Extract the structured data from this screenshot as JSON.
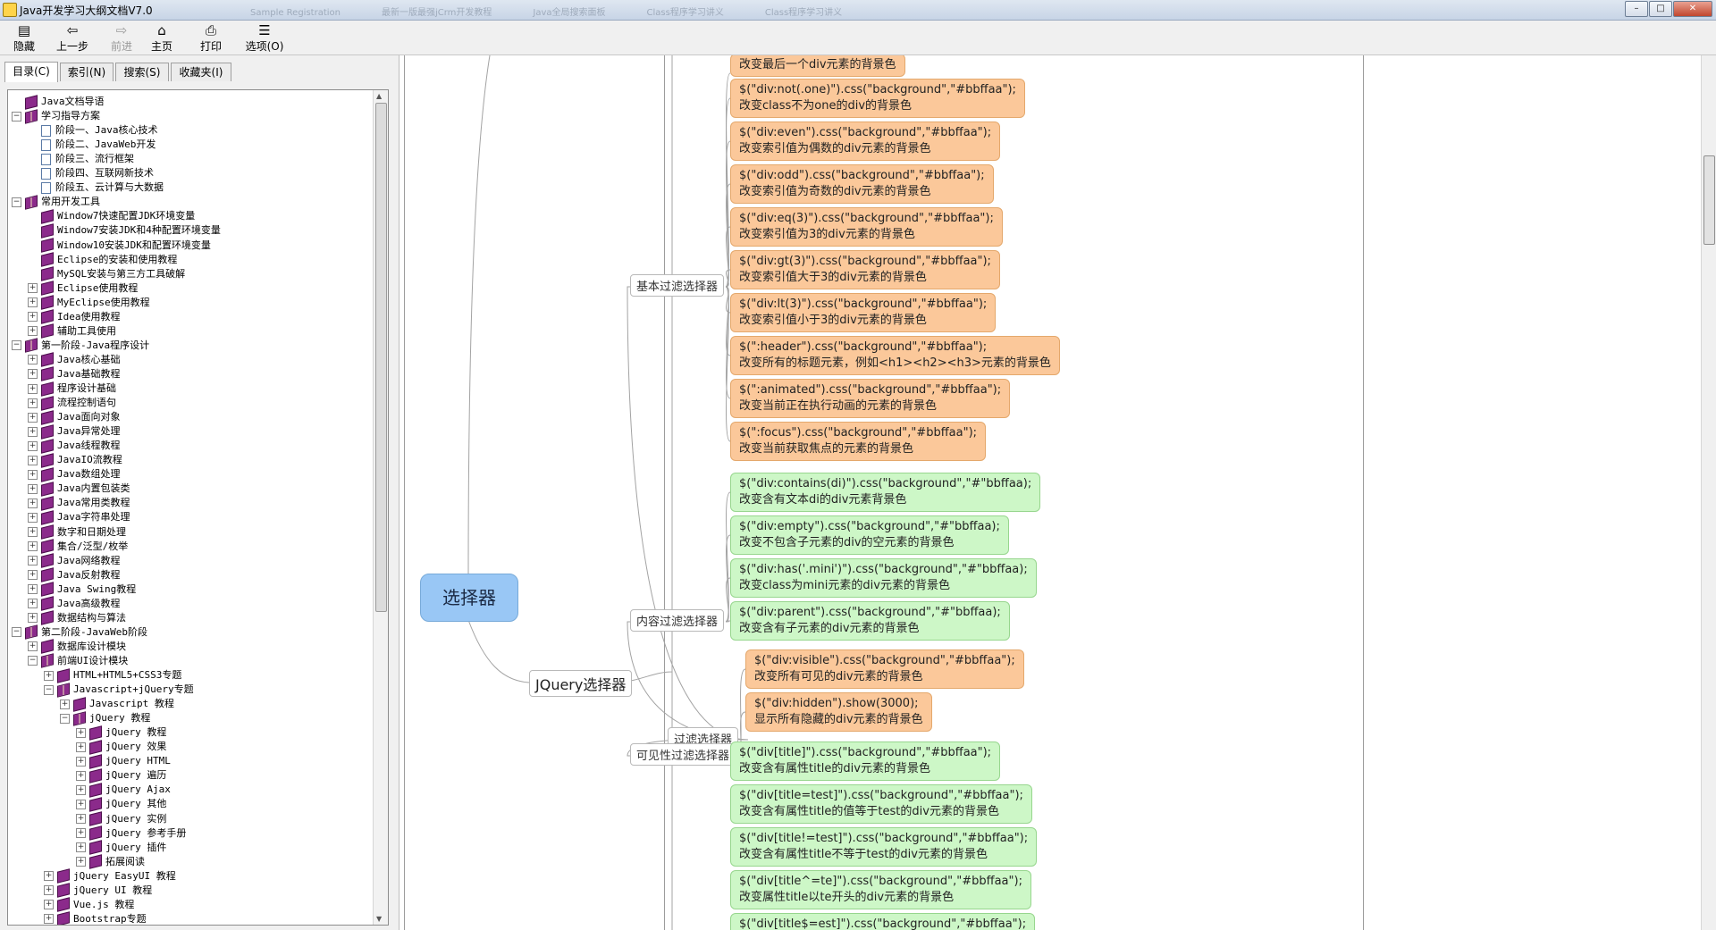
{
  "window": {
    "title": "Java开发学习大纲文档V7.0",
    "ghost_tabs": [
      "Sample Registration",
      "最新一版最强jCrm开发教程",
      "Java全局搜索面板",
      "Class程序学习讲义",
      "Class程序学习讲义"
    ],
    "controls": {
      "minimize": "–",
      "maximize": "□",
      "close": "✕"
    }
  },
  "toolbar": [
    {
      "label": "隐藏",
      "icon": "▤",
      "enabled": true
    },
    {
      "label": "上一步",
      "icon": "⇦",
      "enabled": true
    },
    {
      "label": "前进",
      "icon": "⇨",
      "enabled": false
    },
    {
      "label": "主页",
      "icon": "⌂",
      "enabled": true
    },
    {
      "label": "打印",
      "icon": "⎙",
      "enabled": true
    },
    {
      "label": "选项(O)",
      "icon": "☰",
      "enabled": true
    }
  ],
  "sidebar": {
    "tabs": [
      {
        "label": "目录(C)",
        "active": true
      },
      {
        "label": "索引(N)",
        "active": false
      },
      {
        "label": "搜索(S)",
        "active": false
      },
      {
        "label": "收藏夹(I)",
        "active": false
      }
    ],
    "tree": [
      {
        "label": "Java文档导语",
        "level": 0,
        "exp": "",
        "icon": "book"
      },
      {
        "label": "学习指导方案",
        "level": 0,
        "exp": "-",
        "icon": "bookopen"
      },
      {
        "label": "阶段一、Java核心技术",
        "level": 1,
        "exp": "",
        "icon": "page"
      },
      {
        "label": "阶段二、JavaWeb开发",
        "level": 1,
        "exp": "",
        "icon": "page"
      },
      {
        "label": "阶段三、流行框架",
        "level": 1,
        "exp": "",
        "icon": "page"
      },
      {
        "label": "阶段四、互联网新技术",
        "level": 1,
        "exp": "",
        "icon": "page"
      },
      {
        "label": "阶段五、云计算与大数据",
        "level": 1,
        "exp": "",
        "icon": "page"
      },
      {
        "label": "常用开发工具",
        "level": 0,
        "exp": "-",
        "icon": "bookopen"
      },
      {
        "label": "Window7快速配置JDK环境变量",
        "level": 1,
        "exp": "",
        "icon": "book"
      },
      {
        "label": "Window7安装JDK和4种配置环境变量",
        "level": 1,
        "exp": "",
        "icon": "book"
      },
      {
        "label": "Window10安装JDK和配置环境变量",
        "level": 1,
        "exp": "",
        "icon": "book"
      },
      {
        "label": "Eclipse的安装和使用教程",
        "level": 1,
        "exp": "",
        "icon": "book"
      },
      {
        "label": "MySQL安装与第三方工具破解",
        "level": 1,
        "exp": "",
        "icon": "book"
      },
      {
        "label": "Eclipse使用教程",
        "level": 1,
        "exp": "+",
        "icon": "book"
      },
      {
        "label": "MyEclipse使用教程",
        "level": 1,
        "exp": "+",
        "icon": "book"
      },
      {
        "label": "Idea使用教程",
        "level": 1,
        "exp": "+",
        "icon": "book"
      },
      {
        "label": "辅助工具使用",
        "level": 1,
        "exp": "+",
        "icon": "book"
      },
      {
        "label": "第一阶段-Java程序设计",
        "level": 0,
        "exp": "-",
        "icon": "bookopen"
      },
      {
        "label": "Java核心基础",
        "level": 1,
        "exp": "+",
        "icon": "book"
      },
      {
        "label": "Java基础教程",
        "level": 1,
        "exp": "+",
        "icon": "book"
      },
      {
        "label": "程序设计基础",
        "level": 1,
        "exp": "+",
        "icon": "book"
      },
      {
        "label": "流程控制语句",
        "level": 1,
        "exp": "+",
        "icon": "book"
      },
      {
        "label": "Java面向对象",
        "level": 1,
        "exp": "+",
        "icon": "book"
      },
      {
        "label": "Java异常处理",
        "level": 1,
        "exp": "+",
        "icon": "book"
      },
      {
        "label": "Java线程教程",
        "level": 1,
        "exp": "+",
        "icon": "book"
      },
      {
        "label": "JavaIO流教程",
        "level": 1,
        "exp": "+",
        "icon": "book"
      },
      {
        "label": "Java数组处理",
        "level": 1,
        "exp": "+",
        "icon": "book"
      },
      {
        "label": "Java内置包装类",
        "level": 1,
        "exp": "+",
        "icon": "book"
      },
      {
        "label": "Java常用类教程",
        "level": 1,
        "exp": "+",
        "icon": "book"
      },
      {
        "label": "Java字符串处理",
        "level": 1,
        "exp": "+",
        "icon": "book"
      },
      {
        "label": "数字和日期处理",
        "level": 1,
        "exp": "+",
        "icon": "book"
      },
      {
        "label": "集合/泛型/枚举",
        "level": 1,
        "exp": "+",
        "icon": "book"
      },
      {
        "label": "Java网络教程",
        "level": 1,
        "exp": "+",
        "icon": "book"
      },
      {
        "label": "Java反射教程",
        "level": 1,
        "exp": "+",
        "icon": "book"
      },
      {
        "label": "Java Swing教程",
        "level": 1,
        "exp": "+",
        "icon": "book"
      },
      {
        "label": "Java高级教程",
        "level": 1,
        "exp": "+",
        "icon": "book"
      },
      {
        "label": "数据结构与算法",
        "level": 1,
        "exp": "+",
        "icon": "book"
      },
      {
        "label": "第二阶段-JavaWeb阶段",
        "level": 0,
        "exp": "-",
        "icon": "bookopen"
      },
      {
        "label": "数据库设计模块",
        "level": 1,
        "exp": "+",
        "icon": "book"
      },
      {
        "label": "前端UI设计模块",
        "level": 1,
        "exp": "-",
        "icon": "bookopen"
      },
      {
        "label": "HTML+HTML5+CSS3专题",
        "level": 2,
        "exp": "+",
        "icon": "book"
      },
      {
        "label": "Javascript+jQuery专题",
        "level": 2,
        "exp": "-",
        "icon": "bookopen"
      },
      {
        "label": "Javascript 教程",
        "level": 3,
        "exp": "+",
        "icon": "book"
      },
      {
        "label": "jQuery 教程",
        "level": 3,
        "exp": "-",
        "icon": "bookopen"
      },
      {
        "label": "jQuery 教程",
        "level": 4,
        "exp": "+",
        "icon": "book"
      },
      {
        "label": "jQuery 效果",
        "level": 4,
        "exp": "+",
        "icon": "book"
      },
      {
        "label": "jQuery HTML",
        "level": 4,
        "exp": "+",
        "icon": "book"
      },
      {
        "label": "jQuery 遍历",
        "level": 4,
        "exp": "+",
        "icon": "book"
      },
      {
        "label": "jQuery Ajax",
        "level": 4,
        "exp": "+",
        "icon": "book"
      },
      {
        "label": "jQuery 其他",
        "level": 4,
        "exp": "+",
        "icon": "book"
      },
      {
        "label": "jQuery 实例",
        "level": 4,
        "exp": "+",
        "icon": "book"
      },
      {
        "label": "jQuery 参考手册",
        "level": 4,
        "exp": "+",
        "icon": "book"
      },
      {
        "label": "jQuery 插件",
        "level": 4,
        "exp": "+",
        "icon": "book"
      },
      {
        "label": "拓展阅读",
        "level": 4,
        "exp": "+",
        "icon": "book"
      },
      {
        "label": "jQuery EasyUI 教程",
        "level": 2,
        "exp": "+",
        "icon": "book"
      },
      {
        "label": "jQuery UI 教程",
        "level": 2,
        "exp": "+",
        "icon": "book"
      },
      {
        "label": "Vue.js 教程",
        "level": 2,
        "exp": "+",
        "icon": "book"
      },
      {
        "label": "Bootstrap专题",
        "level": 2,
        "exp": "+",
        "icon": "book"
      }
    ]
  },
  "mindmap": {
    "root": "选择器",
    "branch": "JQuery选择器",
    "sub_branch": "过滤选择器",
    "groups": [
      {
        "label": "基本过滤选择器",
        "color": "orange",
        "leaves": [
          {
            "l1": "",
            "l2": "改变最后一个div元素的背景色"
          },
          {
            "l1": "$(\"div:not(.one)\").css(\"background\",\"#bbffaa\");",
            "l2": "改变class不为one的div的背景色"
          },
          {
            "l1": "$(\"div:even\").css(\"background\",\"#bbffaa\");",
            "l2": "改变索引值为偶数的div元素的背景色"
          },
          {
            "l1": "$(\"div:odd\").css(\"background\",\"#bbffaa\");",
            "l2": "改变索引值为奇数的div元素的背景色"
          },
          {
            "l1": "$(\"div:eq(3)\").css(\"background\",\"#bbffaa\");",
            "l2": "改变索引值为3的div元素的背景色"
          },
          {
            "l1": "$(\"div:gt(3)\").css(\"background\",\"#bbffaa\");",
            "l2": "改变索引值大于3的div元素的背景色"
          },
          {
            "l1": "$(\"div:lt(3)\").css(\"background\",\"#bbffaa\");",
            "l2": "改变索引值小于3的div元素的背景色"
          },
          {
            "l1": "$(\":header\").css(\"background\",\"#bbffaa\");",
            "l2": "改变所有的标题元素，例如<h1><h2><h3>元素的背景色"
          },
          {
            "l1": "$(\":animated\").css(\"background\",\"#bbffaa\");",
            "l2": "改变当前正在执行动画的元素的背景色"
          },
          {
            "l1": "$(\":focus\").css(\"background\",\"#bbffaa\");",
            "l2": "改变当前获取焦点的元素的背景色"
          }
        ]
      },
      {
        "label": "内容过滤选择器",
        "color": "green",
        "leaves": [
          {
            "l1": "$(\"div:contains(di)\").css(\"background\",\"#\"bbffaa);",
            "l2": "改变含有文本di的div元素背景色"
          },
          {
            "l1": "$(\"div:empty\").css(\"background\",\"#\"bbffaa);",
            "l2": "改变不包含子元素的div的空元素的背景色"
          },
          {
            "l1": "$(\"div:has('.mini')\").css(\"background\",\"#\"bbffaa);",
            "l2": "改变class为mini元素的div元素的背景色"
          },
          {
            "l1": "$(\"div:parent\").css(\"background\",\"#\"bbffaa);",
            "l2": "改变含有子元素的div元素的背景色"
          }
        ]
      },
      {
        "label": "可见性过滤选择器",
        "color": "orange",
        "leaves": [
          {
            "l1": "$(\"div:visible\").css(\"background\",\"#bbffaa\");",
            "l2": "改变所有可见的div元素的背景色"
          },
          {
            "l1": "$(\"div:hidden\").show(3000);",
            "l2": "显示所有隐藏的div元素的背景色"
          }
        ]
      },
      {
        "label": "",
        "color": "green",
        "leaves": [
          {
            "l1": "$(\"div[title]\").css(\"background\",\"#bbffaa\");",
            "l2": "改变含有属性title的div元素的背景色"
          },
          {
            "l1": "$(\"div[title=test]\").css(\"background\",\"#bbffaa\");",
            "l2": "改变含有属性title的值等于test的div元素的背景色"
          },
          {
            "l1": "$(\"div[title!=test]\").css(\"background\",\"#bbffaa\");",
            "l2": "改变含有属性title不等于test的div元素的背景色"
          },
          {
            "l1": "$(\"div[title^=te]\").css(\"background\",\"#bbffaa\");",
            "l2": "改变属性title以te开头的div元素的背景色"
          },
          {
            "l1": "$(\"div[title$=est]\").css(\"background\",\"#bbffaa\");",
            "l2": ""
          }
        ]
      }
    ],
    "colors": {
      "orange": "#fbc89a",
      "green": "#cdf7c7",
      "root": "#99c7f5"
    }
  }
}
